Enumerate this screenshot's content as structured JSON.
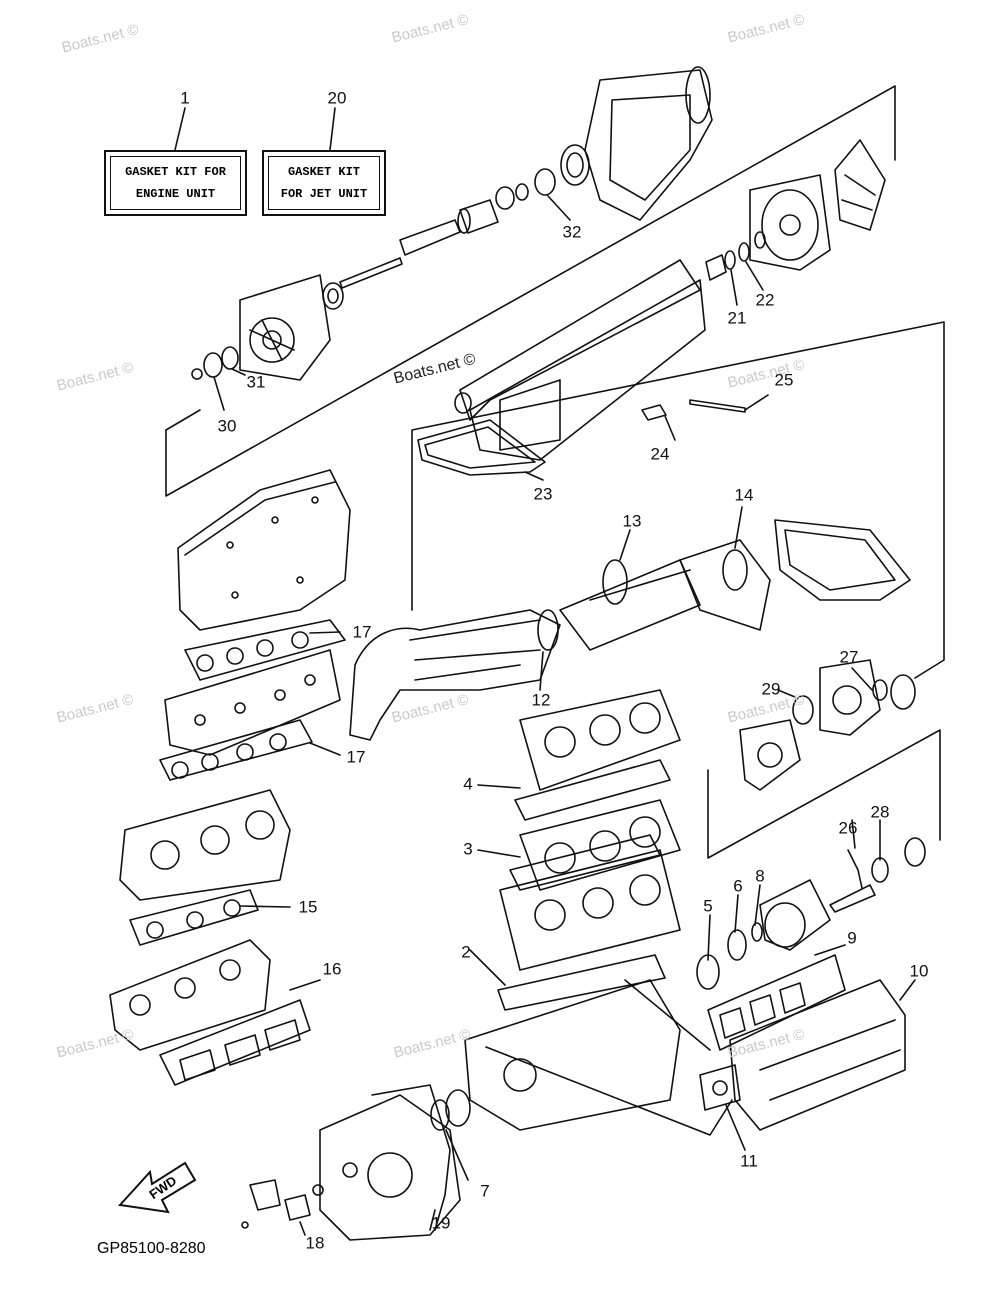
{
  "watermarks": [
    "Boats.net ©",
    "Boats.net ©",
    "Boats.net ©",
    "Boats.net ©",
    "Boats.net ©",
    "Boats.net ©",
    "Boats.net ©",
    "Boats.net ©",
    "Boats.net ©",
    "Boats.net ©",
    "Boats.net ©",
    "Boats.net ©"
  ],
  "kits": {
    "engine": {
      "line1": "GASKET KIT FOR",
      "line2": "ENGINE UNIT"
    },
    "jet": {
      "line1": "GASKET KIT",
      "line2": "FOR JET UNIT"
    }
  },
  "callouts": [
    "1",
    "20",
    "32",
    "21",
    "22",
    "30",
    "31",
    "25",
    "24",
    "23",
    "14",
    "13",
    "17",
    "12",
    "27",
    "29",
    "17",
    "4",
    "3",
    "26",
    "28",
    "8",
    "6",
    "5",
    "9",
    "15",
    "2",
    "16",
    "10",
    "11",
    "7",
    "19",
    "18"
  ],
  "fwd_label": "FWD",
  "diagram_code": "GP85100-8280"
}
